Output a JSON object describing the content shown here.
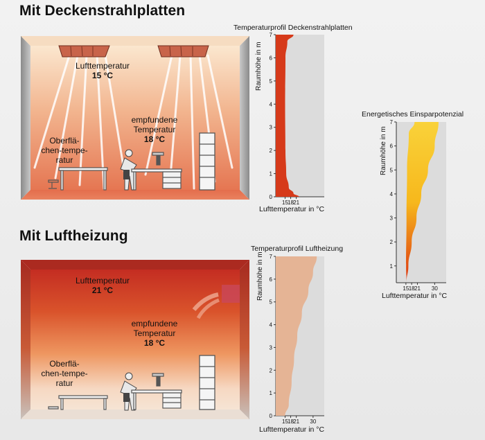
{
  "sections": [
    {
      "title": "Mit Deckenstrahlplatten",
      "labels": {
        "air_title": "Lufttemperatur",
        "air_value": "15 °C",
        "felt_title_1": "empfundene",
        "felt_title_2": "Temperatur",
        "felt_value": "18 °C",
        "surface_1": "Oberflä-",
        "surface_2": "chen-tempe-",
        "surface_3": "ratur"
      }
    },
    {
      "title": "Mit Luftheizung",
      "labels": {
        "air_title": "Lufttemperatur",
        "air_value": "21 °C",
        "felt_title_1": "empfundene",
        "felt_title_2": "Temperatur",
        "felt_value": "18 °C",
        "surface_1": "Oberflä-",
        "surface_2": "chen-tempe-",
        "surface_3": "ratur"
      }
    }
  ],
  "chart_data": [
    {
      "type": "area",
      "title": "Temperaturprofil Deckenstrahlplatten",
      "xlabel": "Lufttemperatur in °C",
      "ylabel": "Raumhöhe in m",
      "xticks": [
        "15",
        "18",
        "21"
      ],
      "xlim": [
        10,
        36
      ],
      "yticks": [
        "0",
        "1",
        "2",
        "3",
        "4",
        "5",
        "6",
        "7"
      ],
      "ylim": [
        0,
        7
      ],
      "fill_color": "#d63a1a",
      "profile": [
        {
          "y": 0.0,
          "x": 22.5
        },
        {
          "y": 0.15,
          "x": 19.5
        },
        {
          "y": 0.4,
          "x": 17.0
        },
        {
          "y": 1.0,
          "x": 15.6
        },
        {
          "y": 2.0,
          "x": 15.2
        },
        {
          "y": 4.0,
          "x": 15.0
        },
        {
          "y": 6.0,
          "x": 15.2
        },
        {
          "y": 6.7,
          "x": 16.2
        },
        {
          "y": 7.0,
          "x": 19.5
        }
      ]
    },
    {
      "type": "area",
      "title": "Temperaturprofil Luftheizung",
      "xlabel": "Lufttemperatur in °C",
      "ylabel": "Raumhöhe in m",
      "xticks": [
        "15",
        "18",
        "21",
        "30"
      ],
      "xlim": [
        10,
        36
      ],
      "yticks": [
        "0",
        "1",
        "2",
        "3",
        "4",
        "5",
        "6",
        "7"
      ],
      "ylim": [
        0,
        7
      ],
      "fill_color": "#e5b495",
      "profile": [
        {
          "y": 0.0,
          "x": 15.0
        },
        {
          "y": 0.5,
          "x": 17.0
        },
        {
          "y": 1.5,
          "x": 18.5
        },
        {
          "y": 2.5,
          "x": 19.8
        },
        {
          "y": 3.5,
          "x": 21.5
        },
        {
          "y": 4.5,
          "x": 24.0
        },
        {
          "y": 5.5,
          "x": 27.5
        },
        {
          "y": 6.3,
          "x": 30.0
        },
        {
          "y": 7.0,
          "x": 32.0
        }
      ]
    },
    {
      "type": "area",
      "title": "Energetisches Einsparpotenzial",
      "xlabel": "Lufttemperatur in °C",
      "ylabel": "Raumhöhe in m",
      "xticks": [
        "15",
        "18",
        "21",
        "30"
      ],
      "xlim": [
        10,
        36
      ],
      "yticks": [
        "1",
        "2",
        "3",
        "4",
        "5",
        "6",
        "7"
      ],
      "ylim": [
        0.3,
        7
      ],
      "gradient": [
        "#dc3412",
        "#f7b81c",
        "#f9d23a"
      ],
      "left_edge": [
        {
          "y": 0.3,
          "x": 15.3
        },
        {
          "y": 1.0,
          "x": 15.1
        },
        {
          "y": 3.0,
          "x": 15.3
        },
        {
          "y": 5.0,
          "x": 15.6
        },
        {
          "y": 6.5,
          "x": 16.5
        },
        {
          "y": 7.0,
          "x": 19.5
        }
      ],
      "right_edge": [
        {
          "y": 0.3,
          "x": 15.3
        },
        {
          "y": 1.0,
          "x": 16.3
        },
        {
          "y": 2.0,
          "x": 18.0
        },
        {
          "y": 3.0,
          "x": 20.5
        },
        {
          "y": 4.0,
          "x": 23.0
        },
        {
          "y": 5.0,
          "x": 26.5
        },
        {
          "y": 6.0,
          "x": 30.0
        },
        {
          "y": 7.0,
          "x": 32.0
        }
      ]
    }
  ]
}
